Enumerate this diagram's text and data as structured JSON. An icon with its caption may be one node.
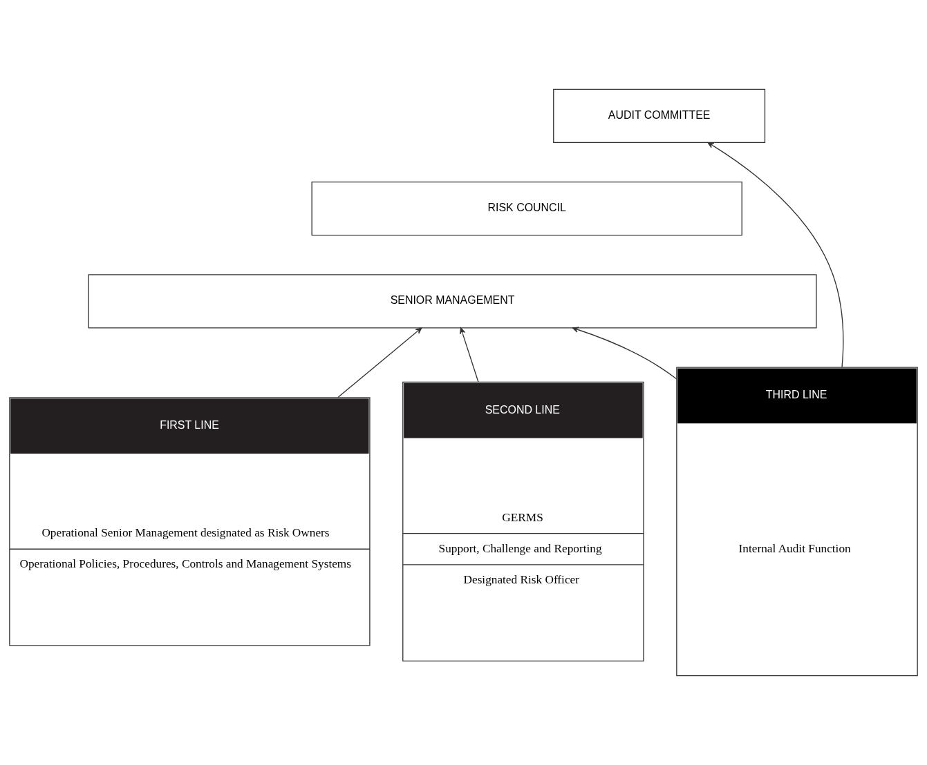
{
  "diagram": {
    "nodes": [
      {
        "text": [
          "AUDIT COMMITTEE"
        ]
      },
      {
        "text": [
          "RISK COUNCIL"
        ]
      },
      {
        "text": [
          "SENIOR MANAGEMENT"
        ]
      },
      {
        "text": [
          "FIRST LINE",
          "Operational Senior Management designated as Risk Owners",
          "Operational Policies, Procedures, Controls and Management Systems"
        ]
      },
      {
        "text": [
          "SECOND LINE",
          "GERMS",
          "Support, Challenge and Reporting",
          "Designated Risk Officer"
        ]
      },
      {
        "text": [
          "THIRD LINE",
          "Internal Audit Function"
        ]
      }
    ],
    "edges": [
      {
        "from": 3,
        "to": 2,
        "arrow": "to"
      },
      {
        "from": 4,
        "to": 2,
        "arrow": "to"
      },
      {
        "from": 5,
        "to": 2,
        "arrow": "to"
      },
      {
        "from": 5,
        "to": 0,
        "arrow": "to"
      }
    ]
  }
}
